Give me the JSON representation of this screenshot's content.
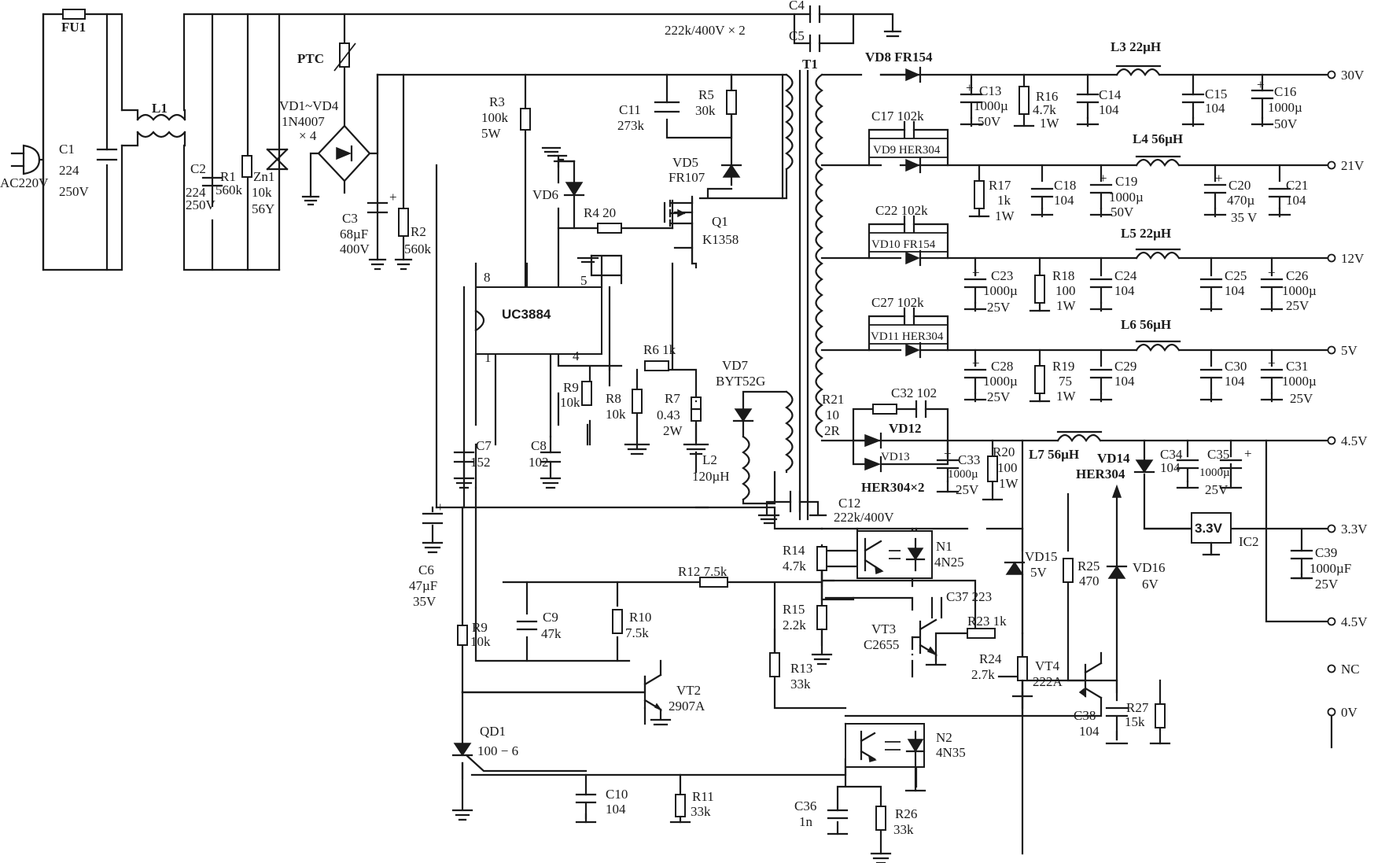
{
  "labels": {
    "FU1": "FU1",
    "C1": "C1",
    "C1v": "224",
    "C1r": "250V",
    "ac": "AC220V",
    "L1": "L1",
    "C2": "C2",
    "C2v": "224",
    "C2r": "250V",
    "R1": "R1",
    "R1v": "560k",
    "Zn1": "Zn1",
    "Zn1v": "10k",
    "Zn1r": "56Y",
    "VD14": "VD1~VD4",
    "VD14v": "1N4007",
    "VD14n": "× 4",
    "PTC": "PTC",
    "C3": "C3",
    "C3v": "68µF",
    "C3r": "400V",
    "R2": "R2",
    "R2v": "560k",
    "C4": "C4",
    "C5": "C5",
    "C45v": "222k/400V × 2",
    "T1": "T1",
    "R3": "R3",
    "R3v": "100k",
    "R3r": "5W",
    "C11": "C11",
    "C11v": "273k",
    "R5": "R5",
    "R5v": "30k",
    "VD5": "VD5",
    "VD5v": "FR107",
    "VD6": "VD6",
    "R4": "R4 20",
    "Q1": "Q1",
    "Q1v": "K1358",
    "ic": "UC3884",
    "p8": "8",
    "p5": "5",
    "p1": "1",
    "p4": "4",
    "R6": "R6 1k",
    "VD7": "VD7",
    "VD7v": "BYT52G",
    "R9a": "R9",
    "R9av": "10k",
    "R8": "R8",
    "R8v": "10k",
    "R7": "R7",
    "R7v": "0.43",
    "R7r": "2W",
    "L2": "L2",
    "L2v": "120µH",
    "C7": "C7",
    "C7v": "152",
    "C8": "C8",
    "C8v": "102",
    "C6": "C6",
    "C6v": "47µF",
    "C6r": "35V",
    "R21": "R21",
    "R21v": "10",
    "R21r": "2R",
    "C12": "C12",
    "C12v": "222k/400V",
    "VD8": "VD8  FR154",
    "L3": "L3  22µH",
    "C13": "C13",
    "C13v": "1000µ",
    "C13r": "50V",
    "R16": "R16",
    "R16v": "4.7k",
    "R16r": "1W",
    "C14": "C14",
    "C14v": "104",
    "C15": "C15",
    "C15v": "104",
    "C16": "C16",
    "C16v": "1000µ",
    "C16r": "50V",
    "o30": "30V",
    "C17": "C17  102k",
    "VD9": "VD9 HER304",
    "L4": "L4  56µH",
    "R17": "R17",
    "R17v": "1k",
    "R17r": "1W",
    "C18": "C18",
    "C18v": "104",
    "C19": "C19",
    "C19v": "1000µ",
    "C19r": "50V",
    "C20": "C20",
    "C20v": "470µ",
    "C20r": "35 V",
    "C21": "C21",
    "C21v": "104",
    "o21": "21V",
    "C22": "C22  102k",
    "VD10": "VD10  FR154",
    "L5": "L5  22µH",
    "C23": "C23",
    "C23v": "1000µ",
    "C23r": "25V",
    "R18": "R18",
    "R18v": "100",
    "R18r": "1W",
    "C24": "C24",
    "C24v": "104",
    "C25": "C25",
    "C25v": "104",
    "C26": "C26",
    "C26v": "1000µ",
    "C26r": "25V",
    "o12": "12V",
    "C27": "C27  102k",
    "VD11": "VD11 HER304",
    "L6": "L6  56µH",
    "C28": "C28",
    "C28v": "1000µ",
    "C28r": "25V",
    "R19": "R19",
    "R19v": "75",
    "R19r": "1W",
    "C29": "C29",
    "C29v": "104",
    "C30": "C30",
    "C30v": "104",
    "C31": "C31",
    "C31v": "1000µ",
    "C31r": "25V",
    "o5": "5V",
    "C32": "C32  102",
    "VD12": "VD12",
    "VD13": "VD13",
    "HERx2": "HER304×2",
    "C33": "C33",
    "C33v": "1000µ",
    "C33r": "25V",
    "R20": "R20",
    "R20v": "100",
    "R20r": "1W",
    "L7": "L7  56µH",
    "VD14b": "VD14",
    "VD14bv": "HER304",
    "C34": "C34",
    "C34v": "104",
    "C35": "C35",
    "C35v": "1000µ",
    "C35r": "25V",
    "o45": "4.5V",
    "ic2v": "3.3V",
    "IC2": "IC2",
    "C39": "C39",
    "C39v": "1000µF",
    "C39r": "25V",
    "o33": "3.3V",
    "o45b": "4.5V",
    "oNC": "NC",
    "o0": "0V",
    "R14": "R14",
    "R14v": "4.7k",
    "N1": "N1",
    "N1v": "4N25",
    "R12": "R12  7.5k",
    "R15": "R15",
    "R15v": "2.2k",
    "VD15": "VD15",
    "VD15v": "5V",
    "R25": "R25",
    "R25v": "470",
    "VD16": "VD16",
    "VD16v": "6V",
    "C37": "C37  223",
    "VT3": "VT3",
    "VT3v": "C2655",
    "R23": "R23 1k",
    "R24": "R24",
    "R24v": "2.7k",
    "VT4": "VT4",
    "VT4v": "222A",
    "R13": "R13",
    "R13v": "33k",
    "C9": "C9",
    "C9v": "47k",
    "R10": "R10",
    "R10v": "7.5k",
    "R9b": "R9",
    "R9bv": "10k",
    "VT2": "VT2",
    "VT2v": "2907A",
    "QD1": "QD1",
    "QD1v": "100 − 6",
    "N2": "N2",
    "N2v": "4N35",
    "C38": "C38",
    "C38v": "104",
    "R27": "R27",
    "R27v": "15k",
    "C10": "C10",
    "C10v": "104",
    "R11": "R11",
    "R11v": "33k",
    "C36": "C36",
    "C36v": "1n",
    "R26": "R26",
    "R26v": "33k"
  }
}
